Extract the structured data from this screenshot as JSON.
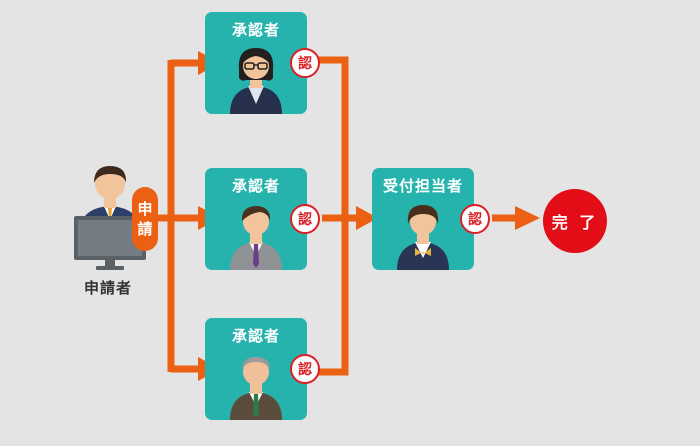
{
  "applicant": {
    "name": "申請者",
    "action_chars": [
      "申",
      "請"
    ]
  },
  "approvers": [
    {
      "title": "承認者",
      "seal": "認"
    },
    {
      "title": "承認者",
      "seal": "認"
    },
    {
      "title": "承認者",
      "seal": "認"
    }
  ],
  "receiver": {
    "title": "受付担当者",
    "seal": "認"
  },
  "end": {
    "label": "完 了"
  },
  "colors": {
    "background": "#e4e4e4",
    "card": "#26b3ad",
    "arrow": "#eb6012",
    "seal": "#dc1f26",
    "complete": "#e30d18"
  },
  "icons": {
    "applicant": "person-at-computer-icon",
    "approver_1": "woman-with-glasses-icon",
    "approver_2": "man-purple-tie-icon",
    "approver_3": "older-man-green-tie-icon",
    "receiver": "receptionist-icon"
  }
}
